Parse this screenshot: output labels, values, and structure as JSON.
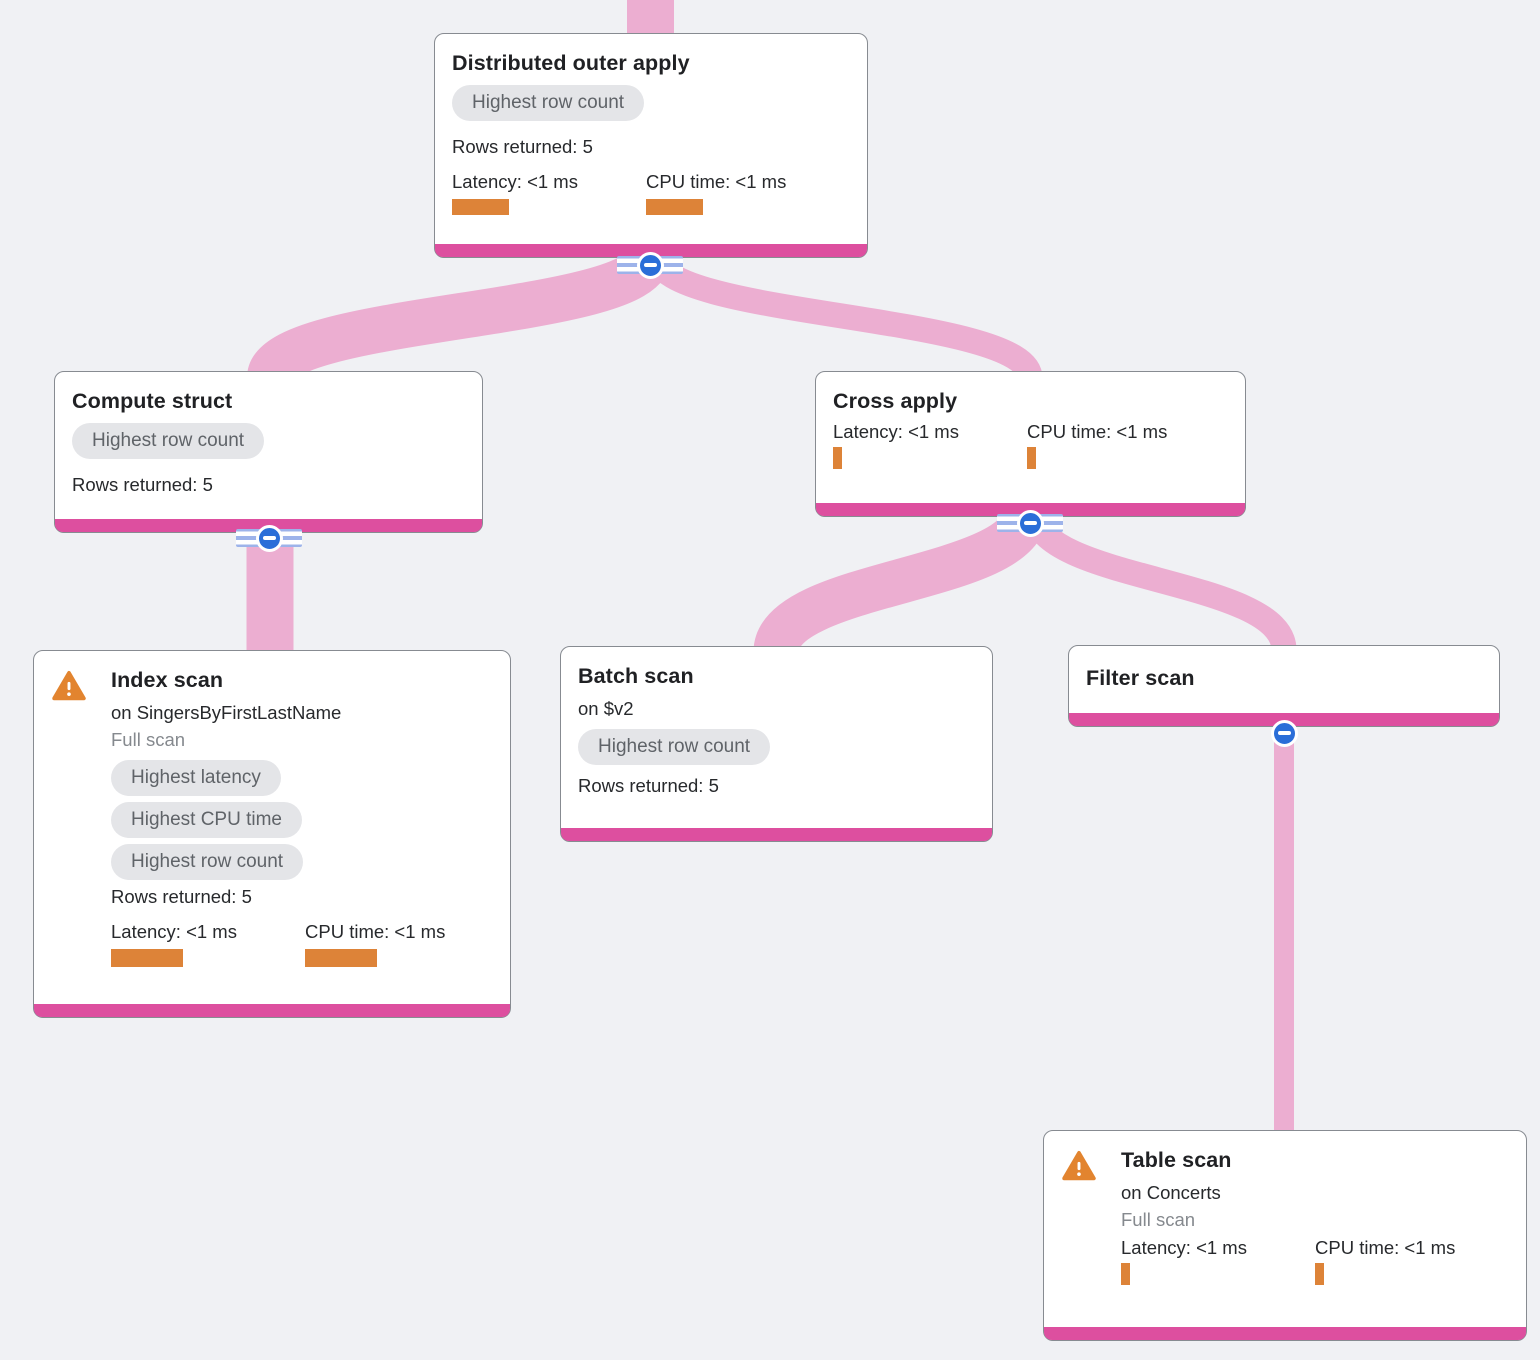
{
  "colors": {
    "background": "#f0f1f4",
    "link_pink": "#ecaed1",
    "node_bar_pink": "#dd4f9f",
    "metric_orange": "#dd8338",
    "warning_orange": "#e2842f",
    "collapse_blue": "#2b6ed8",
    "badge_bg": "#e4e5e8",
    "badge_text": "#5f6368"
  },
  "nodes": [
    {
      "title": "Distributed outer apply",
      "badges": [
        "Highest row count"
      ],
      "rows_returned": "Rows returned: 5",
      "latency_label": "Latency: <1 ms",
      "cpu_label": "CPU time: <1 ms"
    },
    {
      "title": "Compute struct",
      "badges": [
        "Highest row count"
      ],
      "rows_returned": "Rows returned: 5"
    },
    {
      "title": "Cross apply",
      "latency_label": "Latency: <1 ms",
      "cpu_label": "CPU time: <1 ms"
    },
    {
      "title": "Index scan",
      "subtitle": "on SingersByFirstLastName",
      "scan_type": "Full scan",
      "badges": [
        "Highest latency",
        "Highest CPU time",
        "Highest row count"
      ],
      "rows_returned": "Rows returned: 5",
      "latency_label": "Latency: <1 ms",
      "cpu_label": "CPU time: <1 ms"
    },
    {
      "title": "Batch scan",
      "subtitle": "on $v2",
      "badges": [
        "Highest row count"
      ],
      "rows_returned": "Rows returned: 5"
    },
    {
      "title": "Filter scan"
    },
    {
      "title": "Table scan",
      "subtitle": "on Concerts",
      "scan_type": "Full scan",
      "latency_label": "Latency: <1 ms",
      "cpu_label": "CPU time: <1 ms"
    }
  ]
}
